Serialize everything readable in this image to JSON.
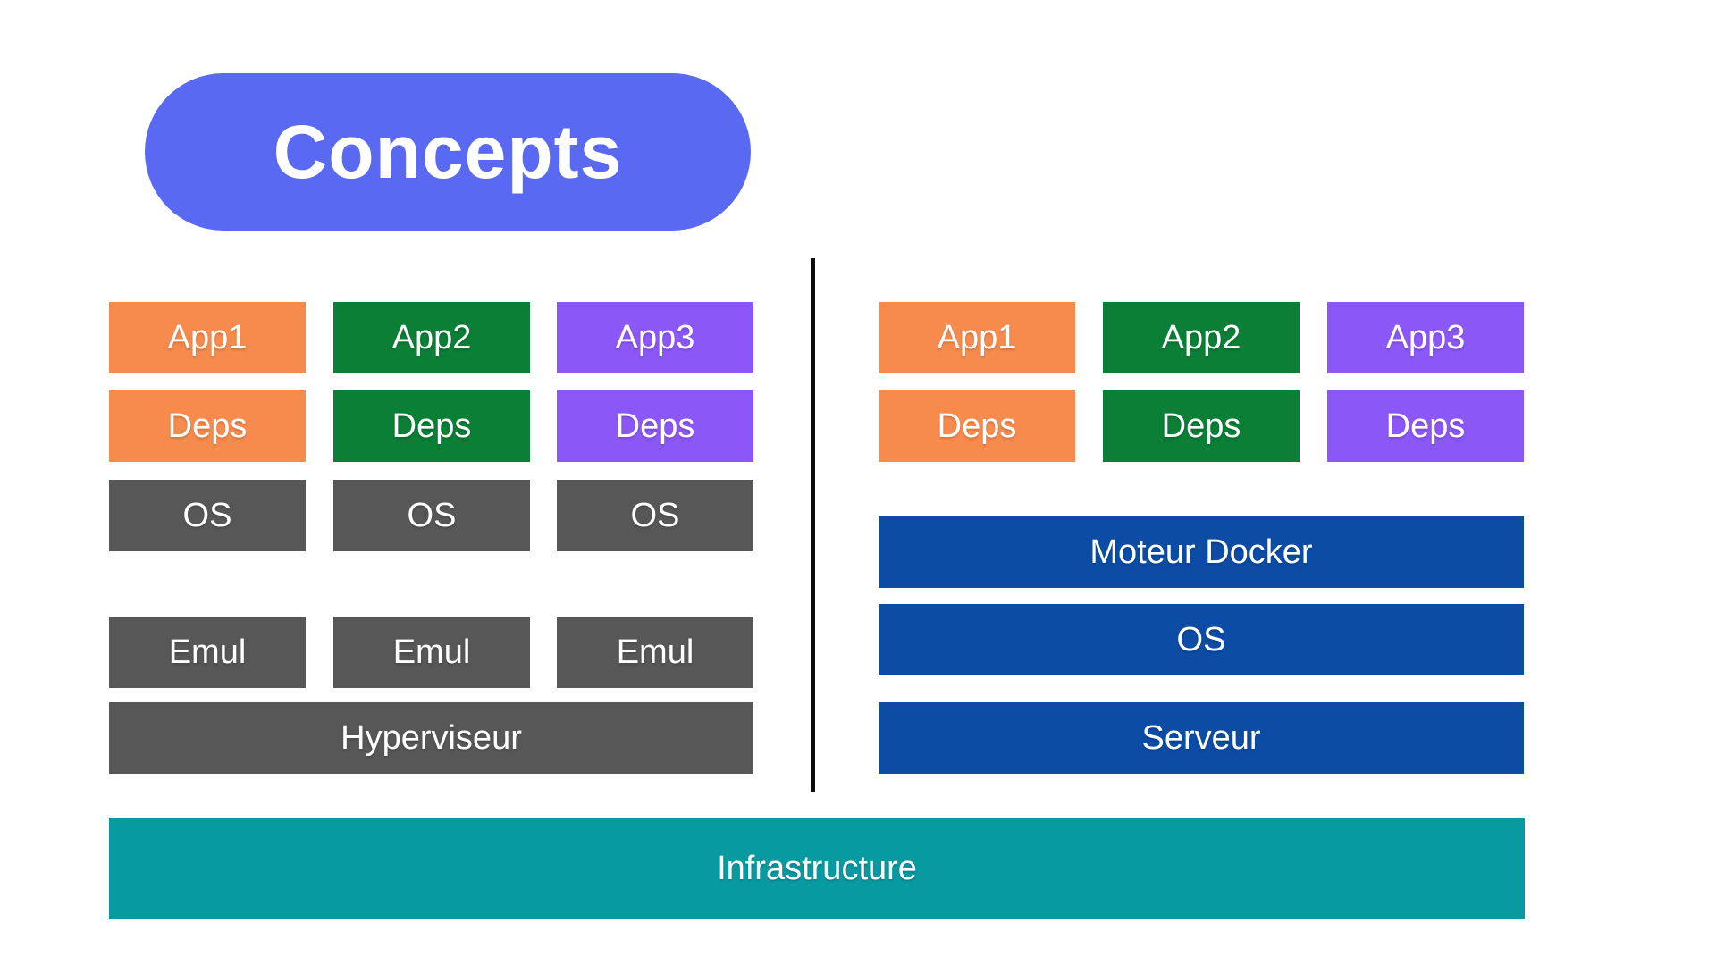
{
  "title": {
    "label": "Concepts",
    "bg_color": "#5A69F1",
    "text_color": "#FFFFFF"
  },
  "divider": {
    "color": "#0D0D0D"
  },
  "vm_stack": {
    "columns": [
      {
        "app_label": "App1",
        "deps_label": "Deps",
        "color": "#F68B4D"
      },
      {
        "app_label": "App2",
        "deps_label": "Deps",
        "color": "#0A7F35"
      },
      {
        "app_label": "App3",
        "deps_label": "Deps",
        "color": "#8C57F7"
      }
    ],
    "os_label": "OS",
    "emul_label": "Emul",
    "hypervisor_label": "Hyperviseur",
    "box_color": "#575757"
  },
  "docker_stack": {
    "columns": [
      {
        "app_label": "App1",
        "deps_label": "Deps",
        "color": "#F68B4D"
      },
      {
        "app_label": "App2",
        "deps_label": "Deps",
        "color": "#0A7F35"
      },
      {
        "app_label": "App3",
        "deps_label": "Deps",
        "color": "#8C57F7"
      }
    ],
    "bars": [
      {
        "label": "Moteur Docker"
      },
      {
        "label": "OS"
      },
      {
        "label": "Serveur"
      }
    ],
    "bar_color": "#0C4CA5"
  },
  "infrastructure": {
    "label": "Infrastructure",
    "bg_color": "#089AA1"
  }
}
